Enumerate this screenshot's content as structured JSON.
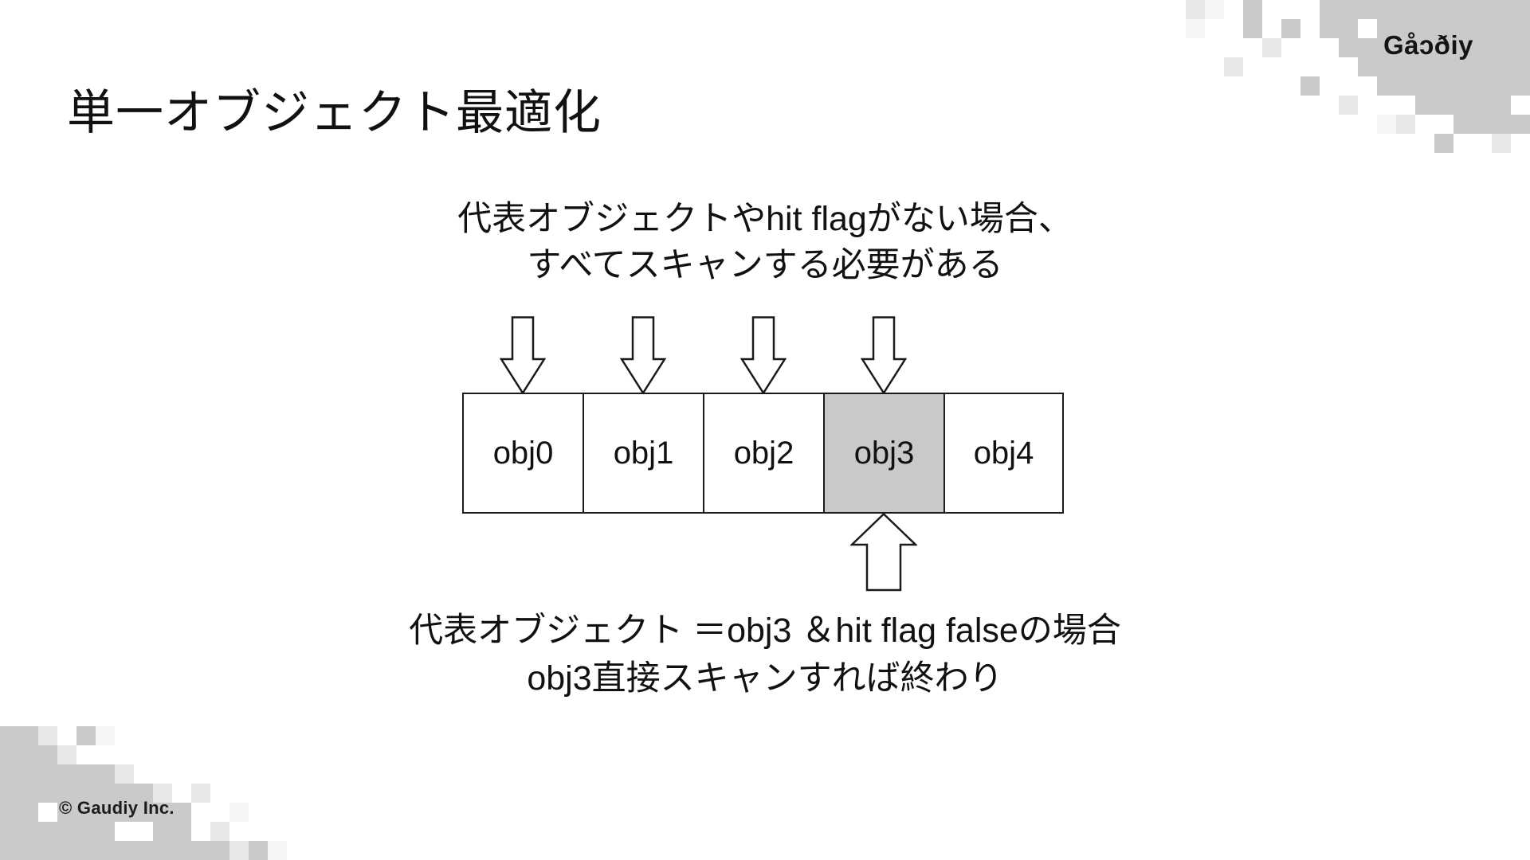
{
  "slide": {
    "title": "単一オブジェクト最適化",
    "logo_text": "Gåɔðiy",
    "footer": "© Gaudiy Inc.",
    "caption_top": {
      "line1": "代表オブジェクトやhit flagがない場合、",
      "line2": "すべてスキャンする必要がある"
    },
    "caption_bottom": {
      "line1": "代表オブジェクト ＝obj3 ＆hit flag falseの場合",
      "line2": "obj3直接スキャンすれば終わり"
    },
    "diagram": {
      "cells": [
        {
          "label": "obj0",
          "highlighted": false
        },
        {
          "label": "obj1",
          "highlighted": false
        },
        {
          "label": "obj2",
          "highlighted": false
        },
        {
          "label": "obj3",
          "highlighted": true
        },
        {
          "label": "obj4",
          "highlighted": false
        }
      ],
      "down_arrows_over": [
        "obj0",
        "obj1",
        "obj2",
        "obj3"
      ],
      "up_arrow_under": "obj3"
    },
    "colors": {
      "text": "#111111",
      "stroke": "#1a1a1a",
      "highlight_cell": "#c9c9c9",
      "pattern_gray": "#c9cbca",
      "pattern_light": "#e7e9e8",
      "pattern_faint": "#f4f5f4",
      "background": "#ffffff"
    }
  }
}
